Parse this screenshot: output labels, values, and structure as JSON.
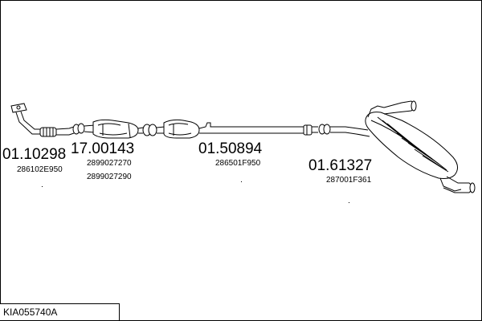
{
  "diagram": {
    "article_code": "KIA055740A",
    "parts": [
      {
        "number": "01.10298",
        "oem_codes": [
          "286102E950"
        ]
      },
      {
        "number": "17.00143",
        "oem_codes": [
          "2899027270",
          "2899027290"
        ]
      },
      {
        "number": "01.50894",
        "oem_codes": [
          "286501F950"
        ]
      },
      {
        "number": "01.61327",
        "oem_codes": [
          "287001F361"
        ]
      }
    ]
  }
}
